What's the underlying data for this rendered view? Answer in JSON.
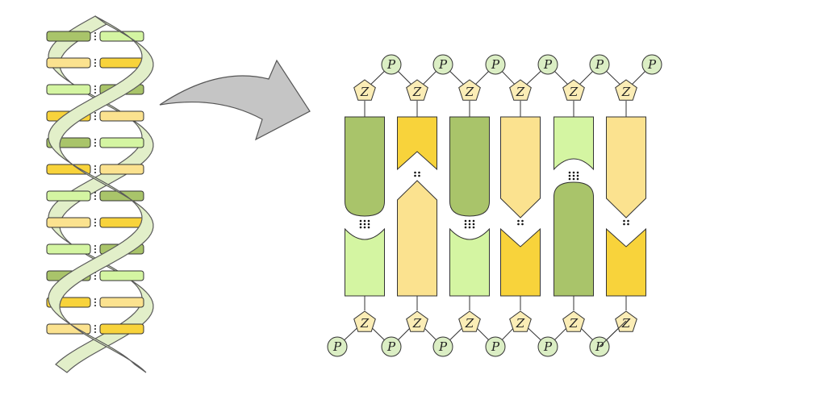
{
  "colors": {
    "dark_green": "#a9c46a",
    "light_green": "#d4f5a2",
    "yellow": "#f8d33b",
    "light_yellow": "#fbe28f",
    "sugar": "#fbedb6",
    "phosphate": "#dbeec4",
    "backbone": "#e2efc9",
    "arrow": "#c5c5c5",
    "outline": "#333333"
  },
  "labels": {
    "sugar": "Z",
    "phosphate": "P"
  },
  "top_strand": {
    "bases": [
      {
        "shape": "round",
        "color": "dark_green"
      },
      {
        "shape": "notch",
        "color": "yellow"
      },
      {
        "shape": "round",
        "color": "dark_green"
      },
      {
        "shape": "point",
        "color": "light_yellow"
      },
      {
        "shape": "concave",
        "color": "light_green"
      },
      {
        "shape": "point",
        "color": "light_yellow"
      }
    ]
  },
  "bottom_strand": {
    "bases": [
      {
        "shape": "concave",
        "color": "light_green"
      },
      {
        "shape": "point",
        "color": "light_yellow"
      },
      {
        "shape": "concave",
        "color": "light_green"
      },
      {
        "shape": "notch",
        "color": "yellow"
      },
      {
        "shape": "round",
        "color": "dark_green"
      },
      {
        "shape": "notch",
        "color": "yellow"
      }
    ]
  },
  "bonds": [
    3,
    2,
    3,
    2,
    3,
    2
  ],
  "helix_rungs": [
    "dark_green",
    "light_yellow",
    "light_green",
    "yellow",
    "dark_green",
    "yellow",
    "light_green",
    "light_yellow",
    "light_green",
    "dark_green",
    "yellow",
    "light_yellow"
  ],
  "pointer": "arrow-to-detail"
}
